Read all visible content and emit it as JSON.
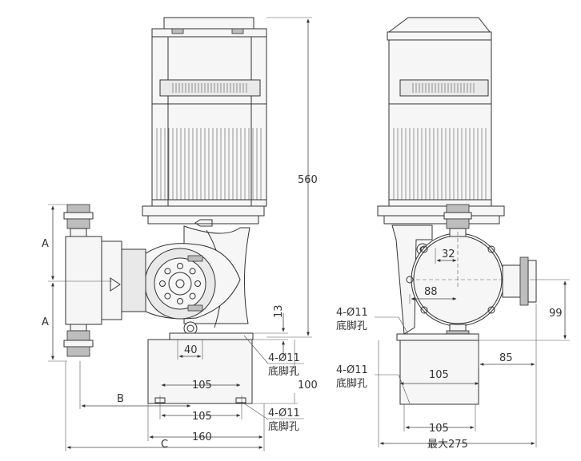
{
  "dimensions": {
    "height_560": "560",
    "a_upper": "A",
    "a_lower": "A",
    "b": "B",
    "c": "C",
    "dim_13": "13",
    "dim_40": "40",
    "dim_105_upper": "105",
    "dim_105_lower": "105",
    "dim_160": "160",
    "dim_100": "100",
    "side_32": "32",
    "side_88": "88",
    "side_99": "99",
    "side_85": "85",
    "side_105_upper": "105",
    "side_105_lower": "105",
    "side_max_275": "最大275"
  },
  "callouts": {
    "front_holes_upper_spec": "4-Ø11",
    "front_holes_upper_label": "底脚孔",
    "front_holes_lower_spec": "4-Ø11",
    "front_holes_lower_label": "底脚孔",
    "side_holes_upper_spec": "4-Ø11",
    "side_holes_upper_label": "底脚孔",
    "side_holes_lower_spec": "4-Ø11",
    "side_holes_lower_label": "底脚孔"
  }
}
